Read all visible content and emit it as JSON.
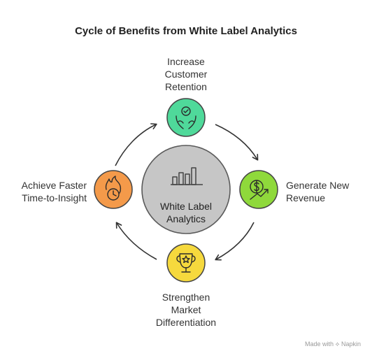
{
  "title": "Cycle of Benefits from White Label Analytics",
  "center": {
    "line1": "White Label",
    "line2": "Analytics",
    "icon": "bar-chart-icon",
    "color": "#c6c6c6"
  },
  "nodes": {
    "top": {
      "lines": [
        "Increase",
        "Customer",
        "Retention"
      ],
      "icon": "hands-heart-icon",
      "color": "#4fd99a"
    },
    "right": {
      "lines": [
        "Generate New",
        "Revenue"
      ],
      "icon": "dollar-growth-icon",
      "color": "#8fd93b"
    },
    "bottom": {
      "lines": [
        "Strengthen",
        "Market",
        "Differentiation"
      ],
      "icon": "trophy-icon",
      "color": "#f6d93d"
    },
    "left": {
      "lines": [
        "Achieve Faster",
        "Time-to-Insight"
      ],
      "icon": "fire-clock-icon",
      "color": "#f49a4a"
    }
  },
  "watermark": "Made with ⟡ Napkin"
}
